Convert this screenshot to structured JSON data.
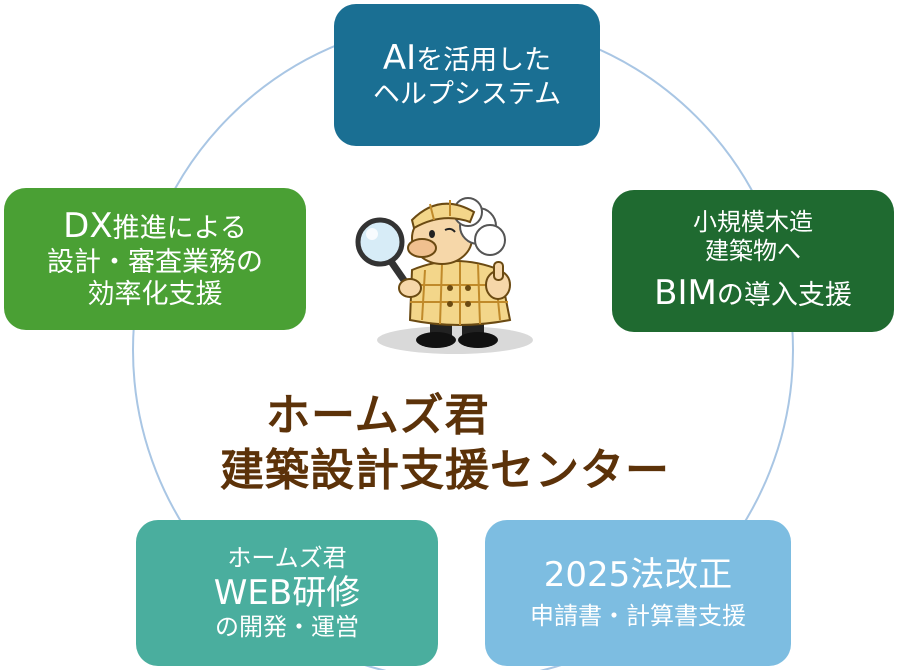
{
  "center": {
    "line1": "ホームズ君",
    "line2": "建築設計支援センター"
  },
  "boxes": {
    "ai": {
      "title_a": "AI",
      "title_b": "を活用した",
      "line2": "ヘルプシステム",
      "color": "#1a6f93"
    },
    "dx": {
      "title_a": "DX",
      "title_b": "推進による",
      "line2": "設計・審査業務の",
      "line3": "効率化支援",
      "color": "#4aa034"
    },
    "bim": {
      "line1": "小規模木造",
      "line2": "建築物へ",
      "title_a": "BIM",
      "title_b": "の導入支援",
      "color": "#1f6a30"
    },
    "web": {
      "line1": "ホームズ君",
      "title": "WEB研修",
      "line3": "の開発・運営",
      "color": "#4aae9e"
    },
    "law": {
      "title": "2025法改正",
      "line2": "申請書・計算書支援",
      "color": "#7dbde1"
    }
  },
  "colors": {
    "ring": "#a9c6e4",
    "title": "#5c3209"
  },
  "mascot": {
    "icon": "detective-mascot-icon"
  }
}
